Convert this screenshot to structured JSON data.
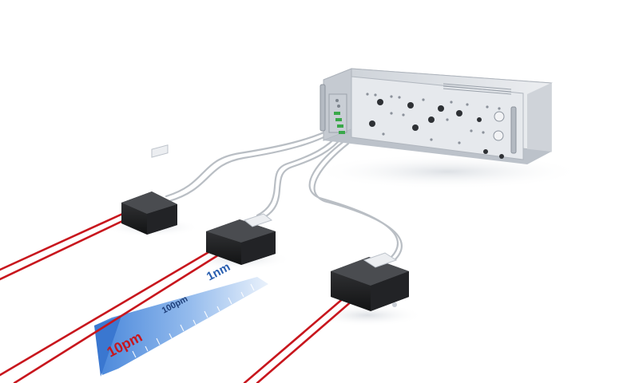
{
  "scale": {
    "label_large": "1nm",
    "label_mid": "100pm",
    "label_small": "10pm"
  },
  "colors": {
    "background": "#ffffff",
    "laser": "#c8161d",
    "fiber": "#b9bec4",
    "chassis": "#dfe3e8",
    "sensor_head": "#1c1d1f",
    "scale_blue": "#3d7fd8",
    "label_blue": "#2a5fb0",
    "label_red": "#c8161d",
    "connector_green": "#3aa84a"
  }
}
